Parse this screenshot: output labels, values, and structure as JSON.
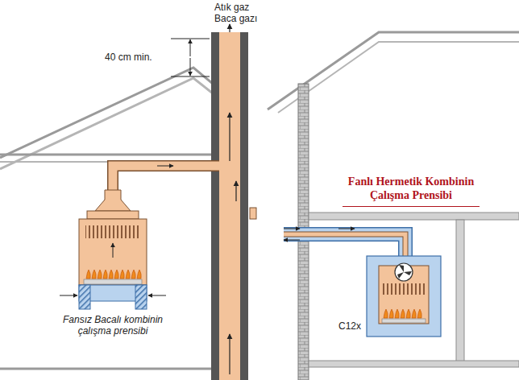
{
  "diagram": {
    "labels": [
      "Atık gaz Baca gazı",
      "40 cm min.",
      "Fansız Bacalı kombinin çalışma prensibi",
      "Fanlı Hermetik Kombinin Çalışma Prensibi",
      "C12x"
    ]
  }
}
